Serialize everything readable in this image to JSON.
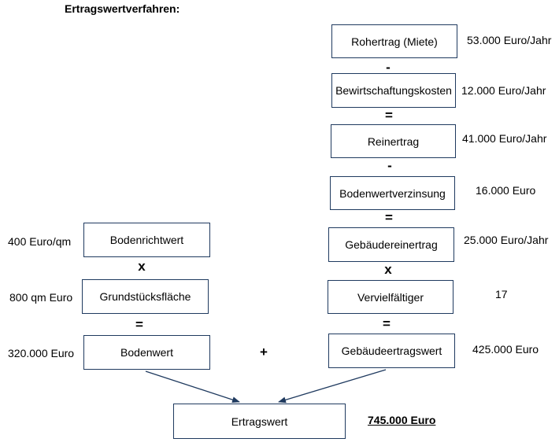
{
  "title": "Ertragswertverfahren:",
  "right_column": [
    {
      "label": "Rohertrag (Miete)",
      "value": "53.000 Euro/Jahr"
    },
    {
      "label": "Bewirtschaftungskosten",
      "value": "12.000 Euro/Jahr"
    },
    {
      "label": "Reinertrag",
      "value": "41.000 Euro/Jahr"
    },
    {
      "label": "Bodenwertverzinsung",
      "value": "16.000 Euro"
    },
    {
      "label": "Gebäudereinertrag",
      "value": "25.000 Euro/Jahr"
    },
    {
      "label": "Vervielfältiger",
      "value": "17"
    },
    {
      "label": "Gebäudeertragswert",
      "value": "425.000 Euro"
    }
  ],
  "right_operators": [
    "-",
    "=",
    "-",
    "=",
    "x",
    "="
  ],
  "left_column": [
    {
      "label": "Bodenrichtwert",
      "value": "400 Euro/qm"
    },
    {
      "label": "Grundstücksfläche",
      "value": "800 qm Euro"
    },
    {
      "label": "Bodenwert",
      "value": "320.000 Euro"
    }
  ],
  "left_operators": [
    "x",
    "="
  ],
  "plus_operator": "+",
  "result": {
    "label": "Ertragswert",
    "value": "745.000 Euro"
  },
  "colors": {
    "box_border": "#1f3a5f",
    "arrow": "#1f3a5f"
  }
}
